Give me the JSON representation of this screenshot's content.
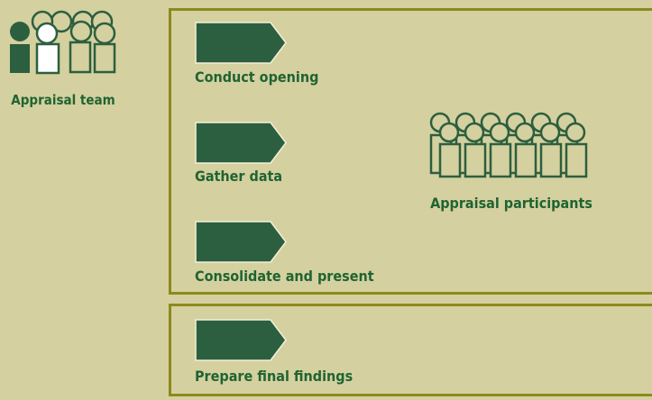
{
  "colors": {
    "background": "#d5d09f",
    "panel_border": "#8c8a1f",
    "accent": "#1f6432",
    "arrow_fill": "#2c5f3f",
    "arrow_edge": "#f2f0d8"
  },
  "team": {
    "label": "Appraisal team",
    "icon": "people-group-icon"
  },
  "participants": {
    "label": "Appraisal participants",
    "icon": "people-group-icon"
  },
  "steps": [
    {
      "label": "Conduct opening",
      "icon": "arrow-icon"
    },
    {
      "label": "Gather data",
      "icon": "arrow-icon"
    },
    {
      "label": "Consolidate and present",
      "icon": "arrow-icon"
    },
    {
      "label": "Prepare final findings",
      "icon": "arrow-icon"
    }
  ]
}
